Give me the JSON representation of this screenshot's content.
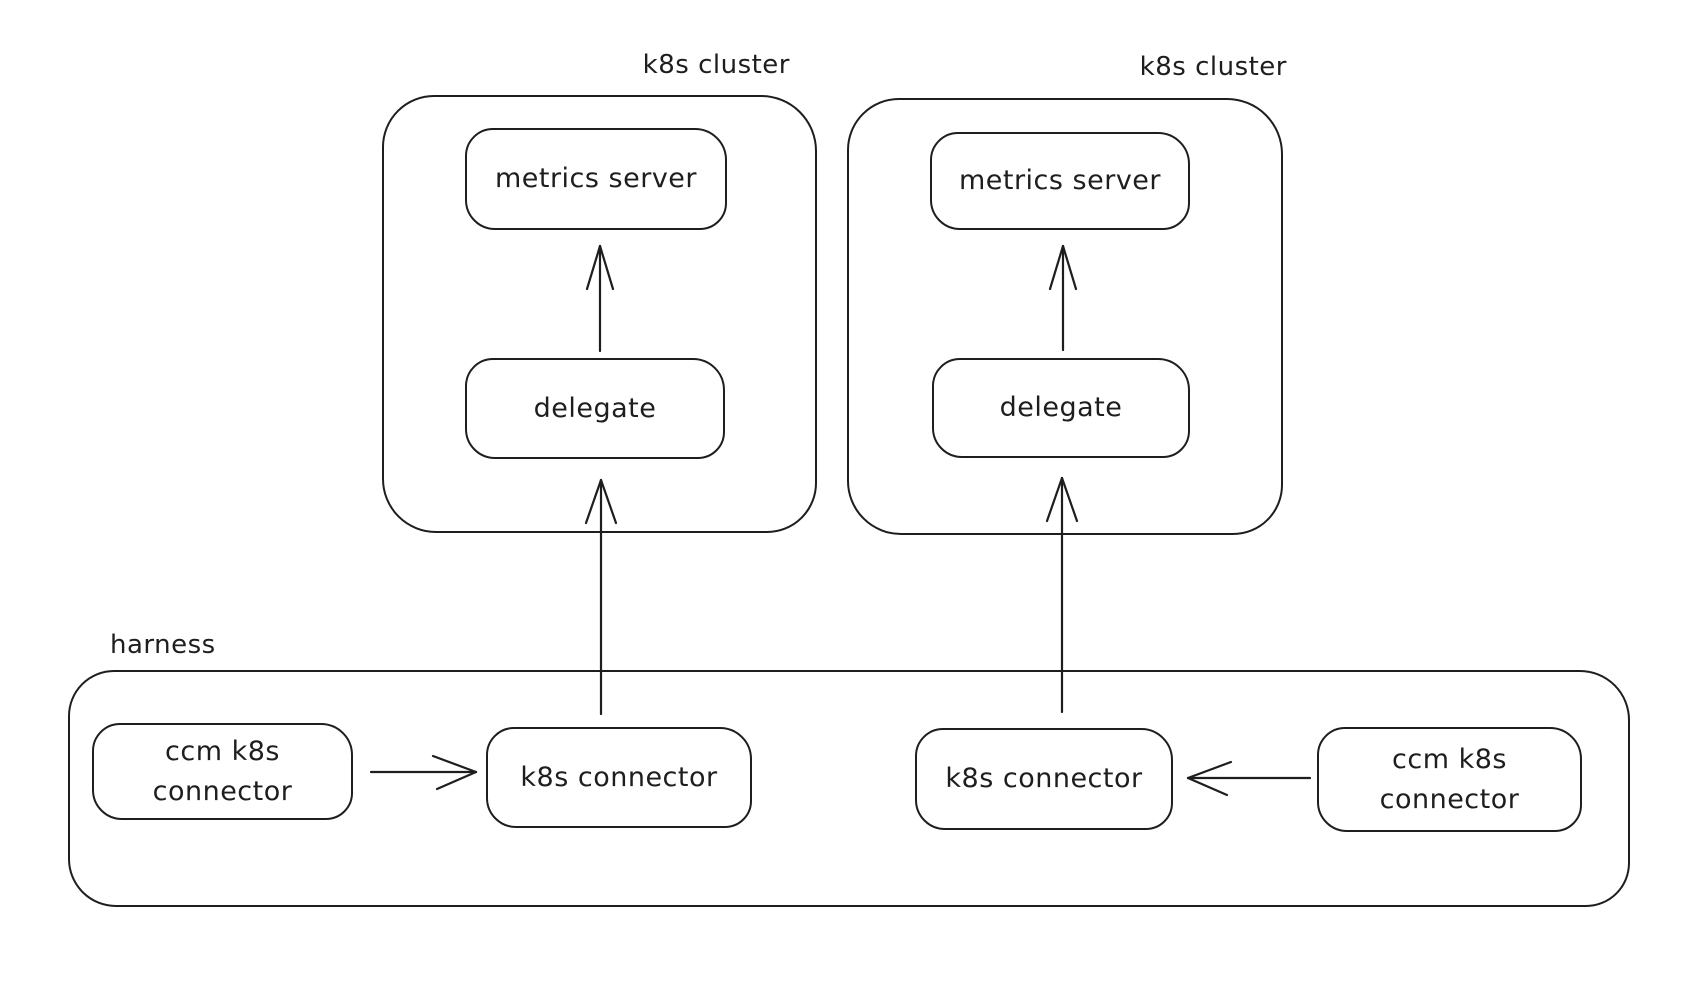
{
  "colors": {
    "stroke": "#1e1e1e",
    "canvas_background": "#ffffff"
  },
  "clusters": [
    {
      "label": "k8s cluster",
      "metrics_server": "metrics server",
      "delegate": "delegate"
    },
    {
      "label": "k8s cluster",
      "metrics_server": "metrics server",
      "delegate": "delegate"
    }
  ],
  "harness": {
    "label": "harness",
    "ccm_connector_left": "ccm k8s connector",
    "k8s_connector_left": "k8s connector",
    "k8s_connector_right": "k8s connector",
    "ccm_connector_right": "ccm k8s connector"
  },
  "edges": [
    {
      "id": "left-delegate-to-metrics-server",
      "from": "delegate",
      "to": "metrics server",
      "direction": "up"
    },
    {
      "id": "right-delegate-to-metrics-server",
      "from": "delegate",
      "to": "metrics server",
      "direction": "up"
    },
    {
      "id": "left-k8s-connector-to-delegate",
      "from": "k8s connector",
      "to": "delegate",
      "direction": "up"
    },
    {
      "id": "right-k8s-connector-to-delegate",
      "from": "k8s connector",
      "to": "delegate",
      "direction": "up"
    },
    {
      "id": "left-ccm-connector-to-k8s-connector",
      "from": "ccm k8s connector",
      "to": "k8s connector",
      "direction": "right"
    },
    {
      "id": "right-ccm-connector-to-k8s-connector",
      "from": "ccm k8s connector",
      "to": "k8s connector",
      "direction": "left"
    }
  ]
}
